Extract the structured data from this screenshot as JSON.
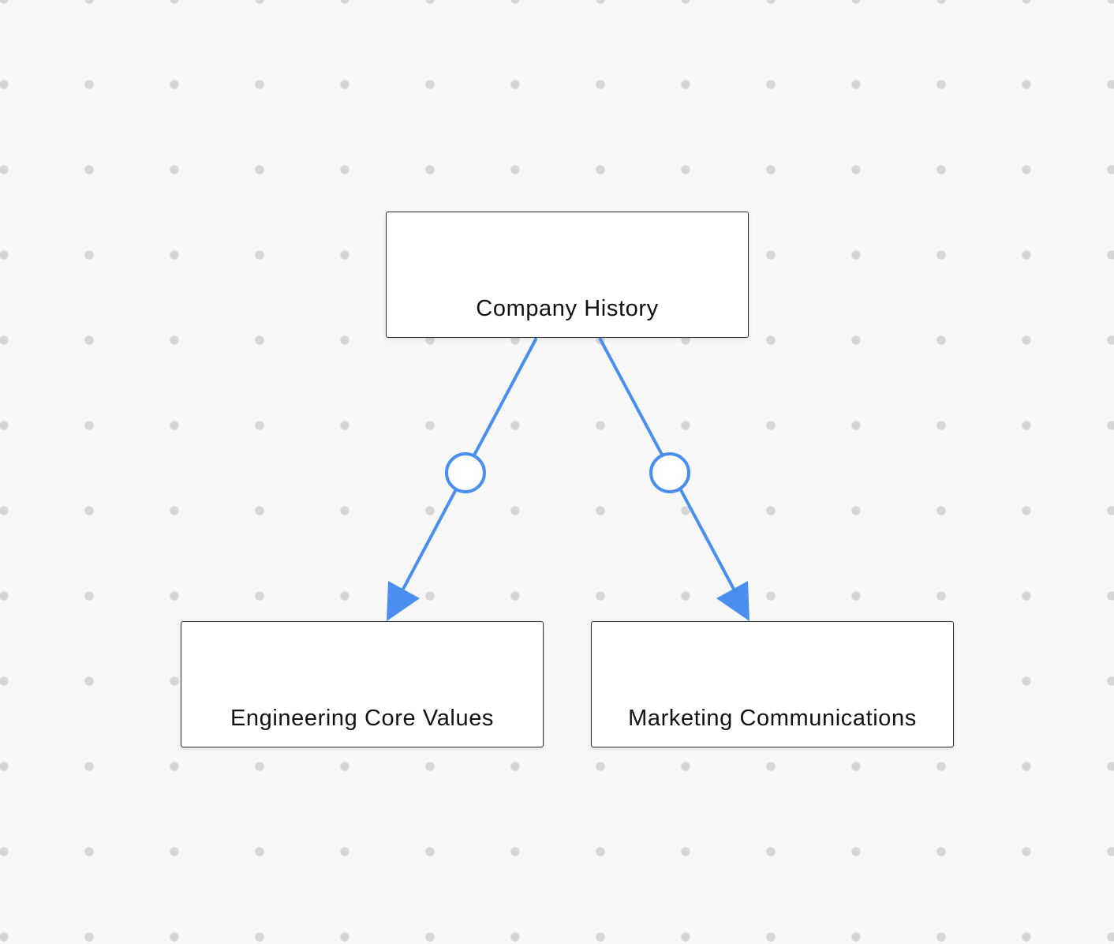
{
  "diagram": {
    "nodes": [
      {
        "id": "company-history",
        "label": "Company History"
      },
      {
        "id": "engineering-core-values",
        "label": "Engineering Core Values"
      },
      {
        "id": "marketing-communications",
        "label": "Marketing Communications"
      }
    ],
    "edges": [
      {
        "from": "company-history",
        "to": "engineering-core-values"
      },
      {
        "from": "company-history",
        "to": "marketing-communications"
      }
    ],
    "colors": {
      "edge": "#4a8ff0",
      "node_border": "#2b2b2b",
      "node_fill": "#ffffff",
      "grid_dot": "#d6d6d6",
      "background": "#f8f8f8"
    }
  }
}
